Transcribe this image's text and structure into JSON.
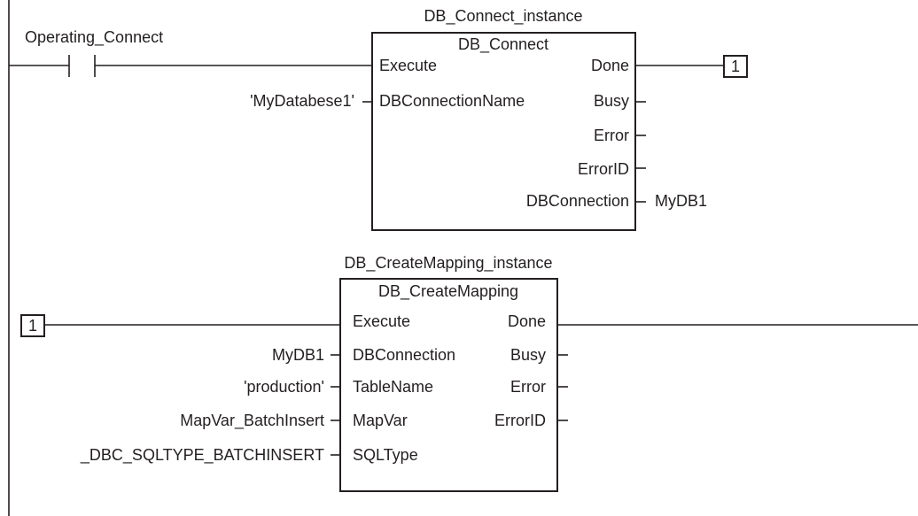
{
  "rung1": {
    "contact_label": "Operating_Connect",
    "block": {
      "instance": "DB_Connect_instance",
      "type": "DB_Connect",
      "inputs": [
        "Execute",
        "DBConnectionName"
      ],
      "outputs": [
        "Done",
        "Busy",
        "Error",
        "ErrorID",
        "DBConnection"
      ]
    },
    "input_values": [
      "'MyDatabese1'"
    ],
    "output_values": [
      "MyDB1"
    ],
    "done_connector": "1"
  },
  "rung2": {
    "start_connector": "1",
    "block": {
      "instance": "DB_CreateMapping_instance",
      "type": "DB_CreateMapping",
      "inputs": [
        "Execute",
        "DBConnection",
        "TableName",
        "MapVar",
        "SQLType"
      ],
      "outputs": [
        "Done",
        "Busy",
        "Error",
        "ErrorID"
      ]
    },
    "input_values": [
      "MyDB1",
      "'production'",
      "MapVar_BatchInsert",
      "_DBC_SQLTYPE_BATCHINSERT"
    ]
  }
}
